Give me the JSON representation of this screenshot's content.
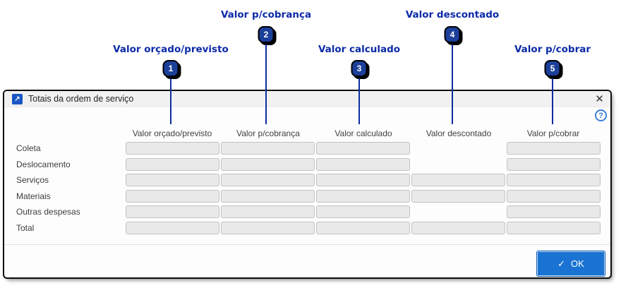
{
  "window": {
    "title": "Totais da ordem de serviço",
    "icon_glyph": "↗",
    "close_glyph": "✕",
    "help_glyph": "?"
  },
  "annotations": [
    {
      "number": "1",
      "label": "Valor orçado/previsto"
    },
    {
      "number": "2",
      "label": "Valor p/cobrança"
    },
    {
      "number": "3",
      "label": "Valor calculado"
    },
    {
      "number": "4",
      "label": "Valor descontado"
    },
    {
      "number": "5",
      "label": "Valor p/cobrar"
    }
  ],
  "table": {
    "columns": [
      "Valor orçado/previsto",
      "Valor p/cobrança",
      "Valor calculado",
      "Valor descontado",
      "Valor p/cobrar"
    ],
    "rows": [
      {
        "label": "Coleta",
        "cells": [
          1,
          1,
          1,
          0,
          1
        ],
        "values": [
          "",
          "",
          "",
          "",
          ""
        ]
      },
      {
        "label": "Deslocamento",
        "cells": [
          1,
          1,
          1,
          0,
          1
        ],
        "values": [
          "",
          "",
          "",
          "",
          ""
        ]
      },
      {
        "label": "Serviços",
        "cells": [
          1,
          1,
          1,
          1,
          1
        ],
        "values": [
          "",
          "",
          "",
          "",
          ""
        ]
      },
      {
        "label": "Materiais",
        "cells": [
          1,
          1,
          1,
          1,
          1
        ],
        "values": [
          "",
          "",
          "",
          "",
          ""
        ]
      },
      {
        "label": "Outras despesas",
        "cells": [
          1,
          1,
          1,
          0,
          1
        ],
        "values": [
          "",
          "",
          "",
          "",
          ""
        ]
      },
      {
        "label": "Total",
        "cells": [
          1,
          1,
          1,
          1,
          1
        ],
        "values": [
          "",
          "",
          "",
          "",
          ""
        ]
      }
    ]
  },
  "footer": {
    "ok_check": "✓",
    "ok_label": "OK"
  },
  "colors": {
    "accent_blue": "#1a73d2",
    "annotation_blue": "#0b2aa8",
    "badge_blue": "#1c3f9a",
    "app_icon_blue": "#1857c4",
    "field_gray": "#e9e9e9",
    "dialog_border": "#0d0d0d"
  }
}
